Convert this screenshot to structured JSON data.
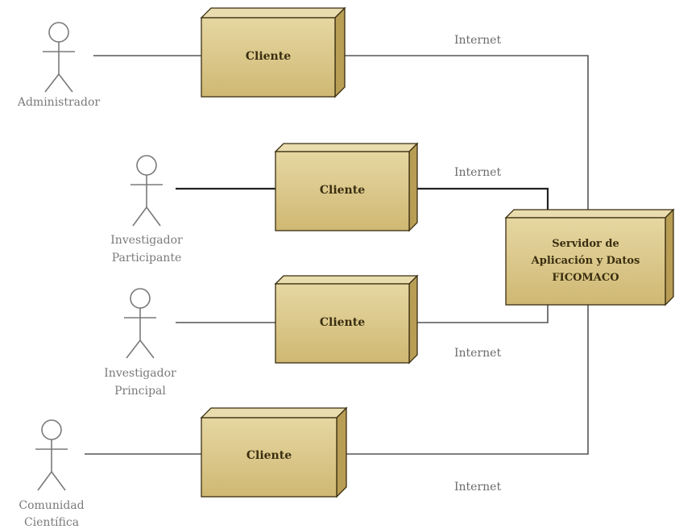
{
  "actors": [
    {
      "id": "administrador",
      "lines": [
        "Administrador"
      ]
    },
    {
      "id": "investigador-participante",
      "lines": [
        "Investigador",
        "Participante"
      ]
    },
    {
      "id": "investigador-principal",
      "lines": [
        "Investigador",
        "Principal"
      ]
    },
    {
      "id": "comunidad-cientifica",
      "lines": [
        "Comunidad",
        "Científica"
      ]
    }
  ],
  "clients": [
    {
      "label": "Cliente"
    },
    {
      "label": "Cliente"
    },
    {
      "label": "Cliente"
    },
    {
      "label": "Cliente"
    }
  ],
  "server": {
    "lines": [
      "Servidor de",
      "Aplicación y Datos",
      "FICOMACO"
    ]
  },
  "connections": [
    {
      "label": "Internet"
    },
    {
      "label": "Internet"
    },
    {
      "label": "Internet"
    },
    {
      "label": "Internet"
    }
  ],
  "colors": {
    "node_front": "#d9c587",
    "node_top": "#e9dcae",
    "node_side": "#b89d55",
    "node_stroke": "#3a2e10"
  }
}
